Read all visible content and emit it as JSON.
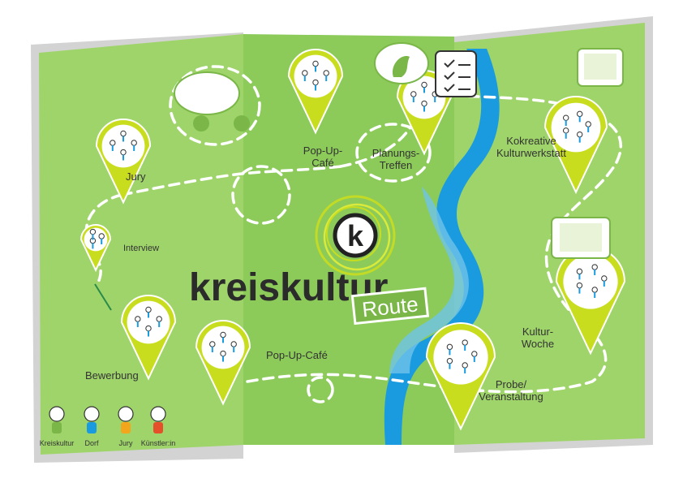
{
  "brand": {
    "name": "kreiskultur",
    "subtitle": "Route",
    "logo_letter": "k"
  },
  "colors": {
    "green": "#9fd46a",
    "green_dark": "#8bc45a",
    "lime": "#c9dd1f",
    "river": "#1a9be0",
    "river_light": "#6fc3ea",
    "dark": "#333333"
  },
  "stops": [
    {
      "label": "Jury",
      "icon": "jury-group-icon"
    },
    {
      "label": "Interview",
      "icon": "car-icon"
    },
    {
      "label": "Bewerbung",
      "icon": "phone-mail-icon"
    },
    {
      "label": "Pop-Up-Café",
      "icon": "umbrella-crowd-icon"
    },
    {
      "label": "Pop-Up-\nCafé",
      "icon": "umbrella-crowd-icon"
    },
    {
      "label": "Planungs-\nTreffen",
      "icon": "meeting-icon"
    },
    {
      "label": "Kokreative\nKulturwerkstatt",
      "icon": "workshop-icon"
    },
    {
      "label": "Kultur-\nWoche",
      "icon": "crowd-icon"
    },
    {
      "label": "Probe/\nVeranstaltung",
      "icon": "stage-icon"
    }
  ],
  "legend": [
    {
      "label": "Kreiskultur",
      "color": "#7ab648"
    },
    {
      "label": "Dorf",
      "color": "#1a9be0"
    },
    {
      "label": "Jury",
      "color": "#f3a61b"
    },
    {
      "label": "Künstler:in",
      "color": "#e5502b"
    }
  ]
}
